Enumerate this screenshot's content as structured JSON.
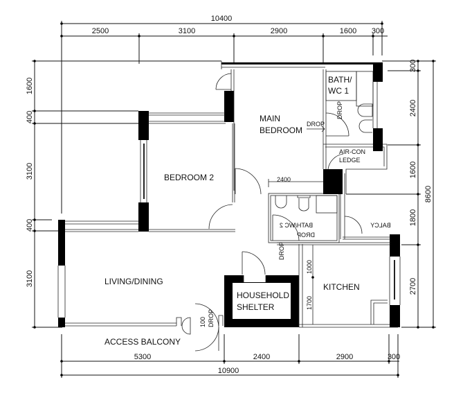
{
  "plan": {
    "dimensions_top": {
      "overall": "10400",
      "segments": [
        "2500",
        "3100",
        "2900",
        "1600",
        "300"
      ]
    },
    "dimensions_bottom": {
      "overall": "10900",
      "segments": [
        "5300",
        "2400",
        "2900",
        "300"
      ]
    },
    "dimensions_left": [
      "1600",
      "400",
      "3100",
      "400",
      "3100"
    ],
    "dimensions_right": {
      "overall": "8600",
      "segments": [
        "300",
        "2400",
        "1600",
        "1800",
        "2700"
      ]
    },
    "interior_dimensions": {
      "main_bedroom_width": "2400",
      "kitchen_upper": "1000",
      "kitchen_lower": "1700",
      "entry_drop": "100"
    },
    "rooms": {
      "main_bedroom": [
        "MAIN",
        "BEDROOM"
      ],
      "bedroom_2": "BEDROOM 2",
      "bath_wc_1": [
        "BATH/",
        "WC 1"
      ],
      "aircon_ledge": [
        "AIR-CON",
        "LEDGE"
      ],
      "bath_wc_2_mirrored": [
        "BATH/WC 2",
        "DROP"
      ],
      "balcony_label_mirrored": "BALCY",
      "living_dining": "LIVING/DINING",
      "household_shelter": [
        "HOUSEHOLD",
        "SHELTER"
      ],
      "kitchen": "KITCHEN",
      "access_balcony": "ACCESS BALCONY"
    },
    "annotations": {
      "drop": "DROP",
      "drop_entry": "DROP"
    }
  }
}
